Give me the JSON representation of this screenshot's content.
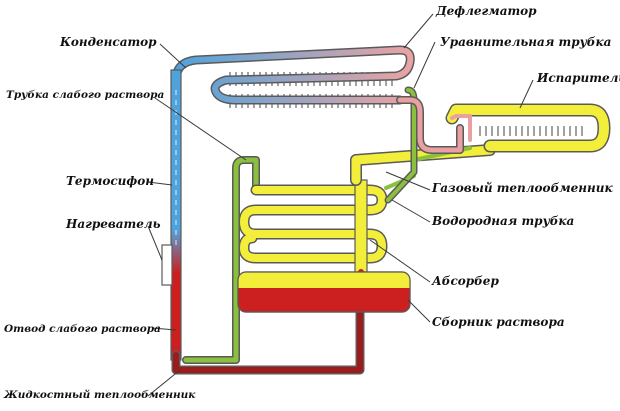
{
  "labels": {
    "deflegmator": "Дефлегматор",
    "kondensator": "Конденсатор",
    "uravnitelnaya": "Уравнительная трубка",
    "isparitel": "Испаритель",
    "trubka_slabogo": "Трубка слабого раствора",
    "termosifon": "Термосифон",
    "gazovyi": "Газовый теплообменник",
    "nagrevatel": "Нагреватель",
    "vodorodnaya": "Водородная трубка",
    "absorber": "Абсорбер",
    "otvod": "Отвод слабого раствора",
    "sbornik": "Сборник раствора",
    "zhidkostnyi": "Жидкостный теплообменник"
  },
  "colors": {
    "hot_red": "#cc1f1f",
    "dark_red": "#9e1b1b",
    "green": "#8bbf3f",
    "yellow": "#f2ee3a",
    "pink": "#eaa0a0",
    "blue": "#4fa3dd",
    "outline": "#5a5a5a",
    "label_line": "#3a3a3a"
  }
}
